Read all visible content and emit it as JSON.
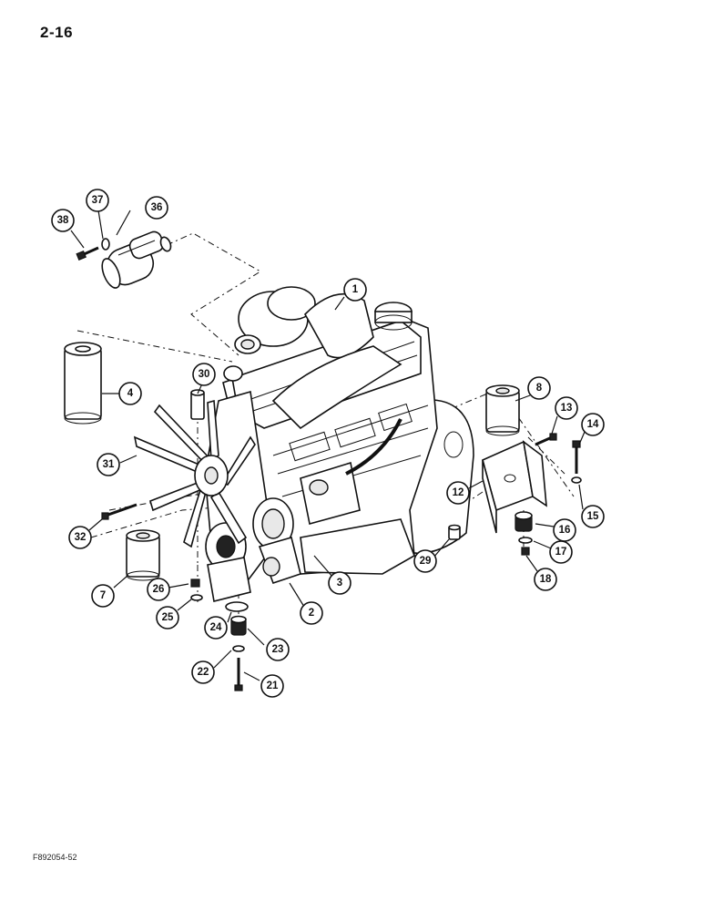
{
  "page": {
    "number": "2-16",
    "figure_id": "F892054-52"
  },
  "callouts": [
    "1",
    "2",
    "3",
    "4",
    "7",
    "8",
    "12",
    "13",
    "14",
    "15",
    "16",
    "17",
    "18",
    "21",
    "22",
    "23",
    "24",
    "25",
    "26",
    "29",
    "30",
    "31",
    "32",
    "36",
    "37",
    "38"
  ]
}
